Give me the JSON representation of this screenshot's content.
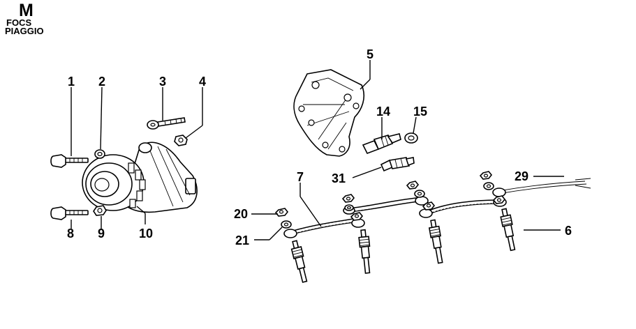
{
  "header": {
    "code": "M",
    "line1": "FOCS",
    "line2": "PIAGGIO"
  },
  "callouts": [
    {
      "id": "c1",
      "text": "1",
      "part": "bolt"
    },
    {
      "id": "c2",
      "text": "2",
      "part": "washer"
    },
    {
      "id": "c3",
      "text": "3",
      "part": "stud-bolt"
    },
    {
      "id": "c4",
      "text": "4",
      "part": "nut"
    },
    {
      "id": "c5",
      "text": "5",
      "part": "alternator-bracket"
    },
    {
      "id": "c6",
      "text": "6",
      "part": "glow-plug"
    },
    {
      "id": "c7",
      "text": "7",
      "part": "glow-plug-wiring"
    },
    {
      "id": "c8",
      "text": "8",
      "part": "bolt"
    },
    {
      "id": "c9",
      "text": "9",
      "part": "washer"
    },
    {
      "id": "c10",
      "text": "10",
      "part": "alternator"
    },
    {
      "id": "c14",
      "text": "14",
      "part": "sensor"
    },
    {
      "id": "c15",
      "text": "15",
      "part": "seal-ring"
    },
    {
      "id": "c20",
      "text": "20",
      "part": "nut"
    },
    {
      "id": "c21",
      "text": "21",
      "part": "washer"
    },
    {
      "id": "c29",
      "text": "29",
      "part": "cable-end"
    },
    {
      "id": "c31",
      "text": "31",
      "part": "sender-unit"
    }
  ]
}
